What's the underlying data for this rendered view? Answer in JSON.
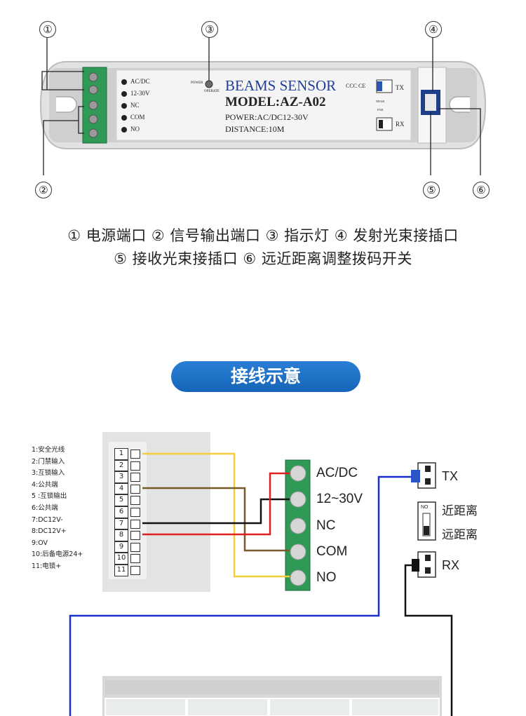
{
  "callouts": [
    "①",
    "②",
    "③",
    "④",
    "⑤",
    "⑥"
  ],
  "device": {
    "brand": "BEAMS SENSOR",
    "model": "MODEL:AZ-A02",
    "power": "POWER:AC/DC12-30V",
    "distance": "DISTANCE:10M",
    "terminals": [
      "AC/DC",
      "12-30V",
      "NC",
      "COM",
      "NO"
    ],
    "led_labels": [
      "POWER",
      "OPERATE"
    ],
    "cert": "CCC CE",
    "tx": "TX",
    "rx": "RX",
    "dip_labels": [
      "NEAR",
      "FAR"
    ]
  },
  "legend": {
    "line1": "① 电源端口 ② 信号输出端口 ③ 指示灯 ④ 发射光束接插口",
    "line2": "⑤ 接收光束接插口   ⑥ 远近距离调整拨码开关"
  },
  "section_title": "接线示意",
  "controller": {
    "pins": [
      {
        "num": "1",
        "label": "1:安全光线"
      },
      {
        "num": "2",
        "label": "2:门禁输入"
      },
      {
        "num": "3",
        "label": "3:互锁输入"
      },
      {
        "num": "4",
        "label": "4:公共端"
      },
      {
        "num": "5",
        "label": "5 :互锁输出"
      },
      {
        "num": "6",
        "label": "6:公共端"
      },
      {
        "num": "7",
        "label": "7:DC12V-"
      },
      {
        "num": "8",
        "label": "8:DC12V+"
      },
      {
        "num": "9",
        "label": "9:OV"
      },
      {
        "num": "10",
        "label": "10:后备电源24+"
      },
      {
        "num": "11",
        "label": "11:电锁+"
      }
    ]
  },
  "terminal_block": [
    "AC/DC",
    "12~30V",
    "NC",
    "COM",
    "NO"
  ],
  "connectors": {
    "tx": "TX",
    "dip_no": "NO",
    "near": "近距离",
    "far": "远距离",
    "rx": "RX"
  },
  "colors": {
    "accent": "#1565b8",
    "terminal_green": "#2e9a55",
    "wire_yellow": "#f2cf3a",
    "wire_brown": "#7a5a2a",
    "wire_red": "#e02020",
    "wire_black": "#111111",
    "wire_blue": "#1a2fd0"
  }
}
